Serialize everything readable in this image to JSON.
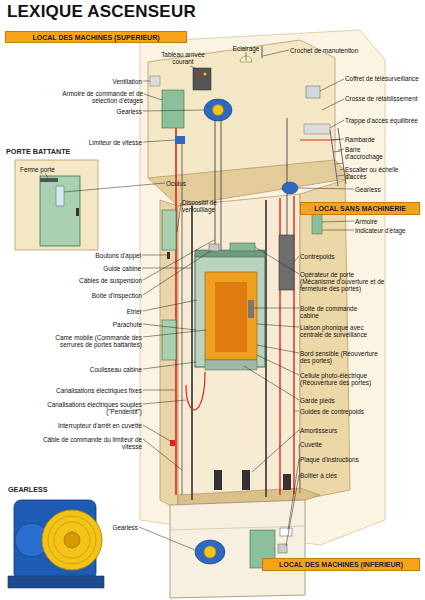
{
  "diagram": {
    "title": "LEXIQUE ASCENSEUR",
    "nodes": [
      {
        "text": [
          "LOCAL DES MACHINES (SUPERIEUR)"
        ]
      },
      {
        "text": [
          "LOCAL SANS MACHINERIE"
        ]
      },
      {
        "text": [
          "LOCAL DES MACHINES (INFERIEUR)"
        ]
      }
    ],
    "labels": [
      "Eclairage",
      "Crochet de manutention",
      "Tableau arrivée courant",
      "Ventilation",
      "Armoire de commande et de sélection d'étages",
      "Coffret de télésurveillance",
      "Gearless",
      "Crosse de rétablissement",
      "Trappe d'accès équilibrée",
      "Limiteur de vitesse",
      "Rambarde",
      "Barre d'accrochage",
      "PORTE BATTANTE",
      "Escalier ou échelle d'accès",
      "Gearless",
      "Oculus",
      "Ferme porte",
      "Dispositif de verrouillage",
      "Armoire",
      "Indicateur d'étage",
      "Boutons d'appel",
      "Contrepoids",
      "Guide cabine",
      "Câbles de suspension",
      "Opérateur de porte (Mécanisme d'ouverture et de fermeture des portes)",
      "Boîte d'inspection",
      "Boîte de commande cabine",
      "Etrier",
      "Liaison phonique avec centrale de surveillance",
      "Parachute",
      "Came mobile (Commande des serrures de portes battantes)",
      "Bord sensible (Réouverture des portes)",
      "Coulisseau cabine",
      "Cellule photo-électrique (Réouverture des portes)",
      "Garde pieds",
      "Canalisations électriques fixes",
      "Guides de contrepoids",
      "Canalisations électriques souples (\"Pendentif\")",
      "Interrupteur d'arrêt en cuvette",
      "Amortisseurs",
      "Câble de commande du limiteur de vitesse",
      "Cuvette",
      "Plaque d'instructions",
      "GEARLESS",
      "Boîtier à clés",
      "Gearless"
    ]
  }
}
